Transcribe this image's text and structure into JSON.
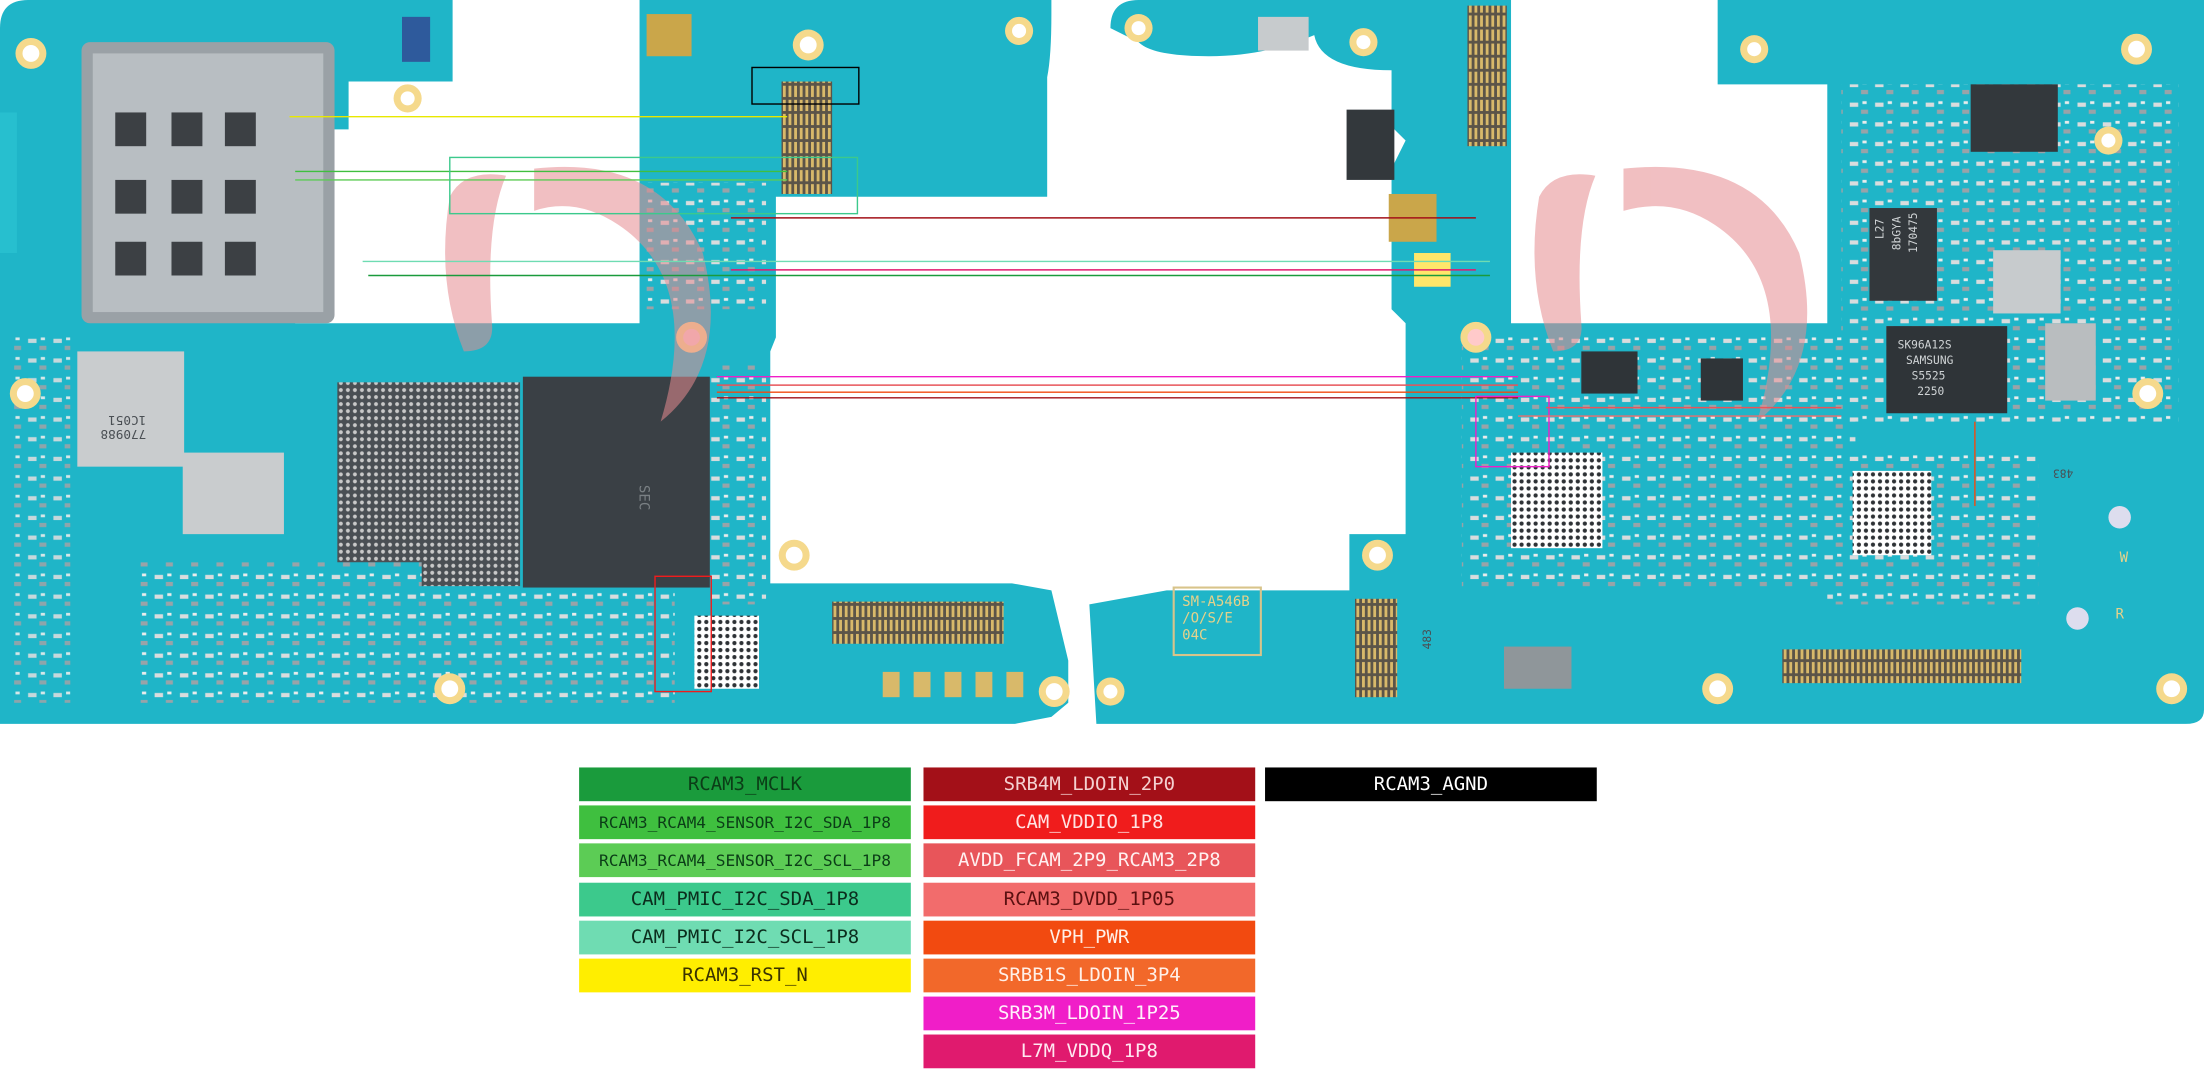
{
  "board": {
    "colors": {
      "pcb": "#1fb5c8",
      "pcb_dark": "#0f7f92",
      "pcb_edge": "#2fc3d2",
      "shield": "#c7ced2",
      "chip": "#3a3f44",
      "pad_gold": "#d8b96a",
      "watermark": "#e58a8f"
    },
    "silkscreen": {
      "model": "SM-A546B",
      "revision": "/O/S/E",
      "code": "04C",
      "soc_marking": "SEC",
      "ram_marking": "770988",
      "ram_marking_2": "1C051",
      "pmic_marking_1": "SK96A12S",
      "pmic_marking_2": "SAMSUNG",
      "pmic_marking_3": "S5525",
      "pmic_marking_4": "2250",
      "pmic2_marking_1": "L27",
      "pmic2_marking_2": "8bGYA",
      "pmic2_marking_3": "170475",
      "w_label": "W",
      "r_label": "R",
      "label_483": "483",
      "label_483b": "483"
    }
  },
  "legend": {
    "col1": [
      {
        "label": "RCAM3_MCLK",
        "bg": "#1a9b3c",
        "fg": "#0b3d17"
      },
      {
        "label": "RCAM3_RCAM4_SENSOR_I2C_SDA_1P8",
        "bg": "#3fbf3f",
        "fg": "#0b3d17",
        "small": true
      },
      {
        "label": "RCAM3_RCAM4_SENSOR_I2C_SCL_1P8",
        "bg": "#5ccc55",
        "fg": "#0b3d17",
        "small": true
      },
      {
        "label": "CAM_PMIC_I2C_SDA_1P8",
        "bg": "#3cc98c",
        "fg": "#0b2d1d"
      },
      {
        "label": "CAM_PMIC_I2C_SCL_1P8",
        "bg": "#6fdcb2",
        "fg": "#0b2d1d"
      },
      {
        "label": "RCAM3_RST_N",
        "bg": "#ffee00",
        "fg": "#3a3300"
      }
    ],
    "col2": [
      {
        "label": "SRB4M_LDOIN_2P0",
        "bg": "#a31018",
        "fg": "#f4d0d0"
      },
      {
        "label": "CAM_VDDIO_1P8",
        "bg": "#f01c1c",
        "fg": "#ffe3e3"
      },
      {
        "label": "AVDD_FCAM_2P9_RCAM3_2P8",
        "bg": "#e8555a",
        "fg": "#fff0f0"
      },
      {
        "label": "RCAM3_DVDD_1P05",
        "bg": "#f26c6c",
        "fg": "#5a1010"
      },
      {
        "label": "VPH_PWR",
        "bg": "#f24a10",
        "fg": "#fff0e8"
      },
      {
        "label": "SRBB1S_LDOIN_3P4",
        "bg": "#f2682a",
        "fg": "#fff0e8"
      },
      {
        "label": "SRB3M_LDOIN_1P25",
        "bg": "#f01ec8",
        "fg": "#fff0fb"
      },
      {
        "label": "L7M_VDDQ_1P8",
        "bg": "#e01a6e",
        "fg": "#ffe8f1"
      }
    ],
    "col3": [
      {
        "label": "RCAM3_AGND",
        "bg": "#000000",
        "fg": "#ffffff"
      }
    ]
  }
}
